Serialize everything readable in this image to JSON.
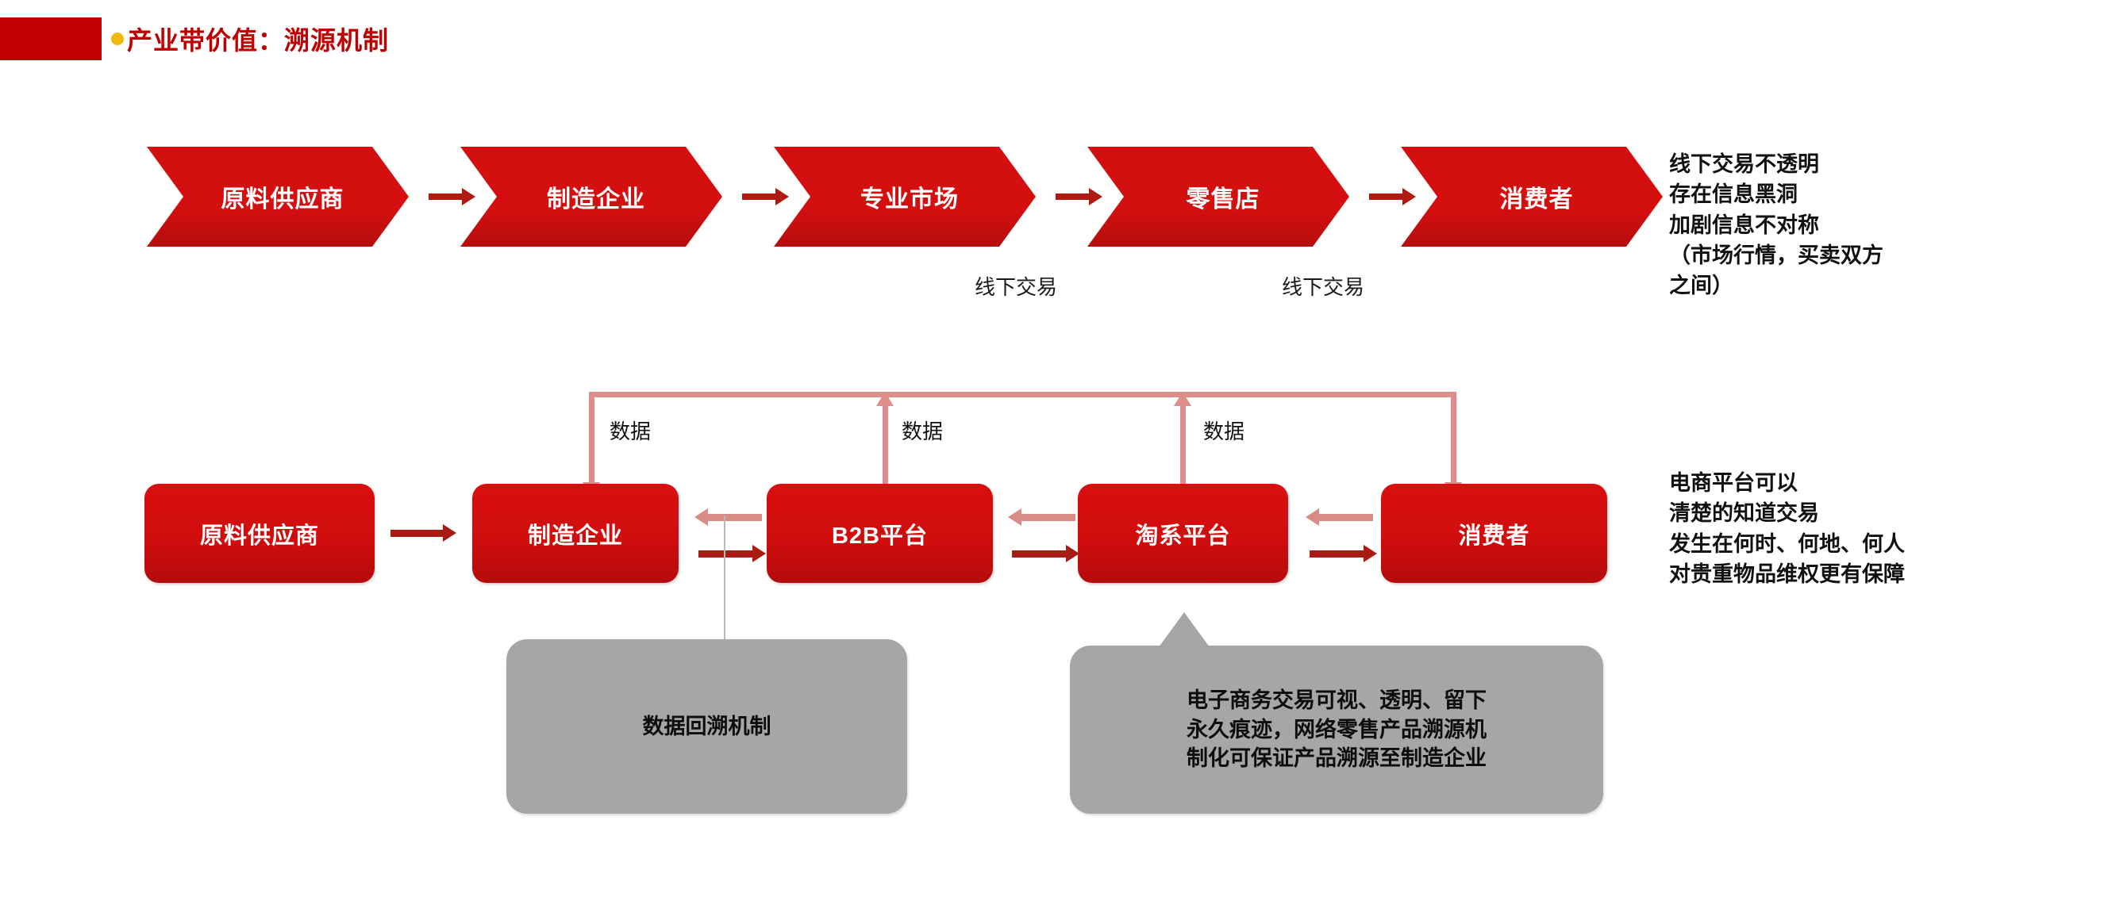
{
  "header": {
    "title": "产业带价值：溯源机制",
    "bullet_color": "#f0b90b",
    "accent_color": "#c00000"
  },
  "top_flow": {
    "nodes": [
      {
        "label": "原料供应商"
      },
      {
        "label": "制造企业"
      },
      {
        "label": "专业市场"
      },
      {
        "label": "零售店"
      },
      {
        "label": "消费者"
      }
    ],
    "connector_labels": [
      "线下交易",
      "线下交易"
    ],
    "side_note_lines": [
      "线下交易不透明",
      "存在信息黑洞",
      "加剧信息不对称",
      "（市场行情，买卖双方",
      "之间）"
    ]
  },
  "bottom_flow": {
    "nodes": [
      {
        "label": "原料供应商"
      },
      {
        "label": "制造企业"
      },
      {
        "label": "B2B平台"
      },
      {
        "label": "淘系平台"
      },
      {
        "label": "消费者"
      }
    ],
    "data_labels": [
      "数据",
      "数据",
      "数据"
    ],
    "grey_box_label": "数据回溯机制",
    "callout_lines": [
      "电子商务交易可视、透明、留下",
      "永久痕迹，网络零售产品溯源机",
      "制化可保证产品溯源至制造企业"
    ],
    "side_note_lines": [
      "电商平台可以",
      "清楚的知道交易",
      "发生在何时、何地、何人",
      "对贵重物品维权更有保障"
    ]
  },
  "palette": {
    "red": "#d40f0f",
    "dark_red": "#b01a13",
    "salmon": "#dd8e8a",
    "grey": "#a6a6a6"
  }
}
